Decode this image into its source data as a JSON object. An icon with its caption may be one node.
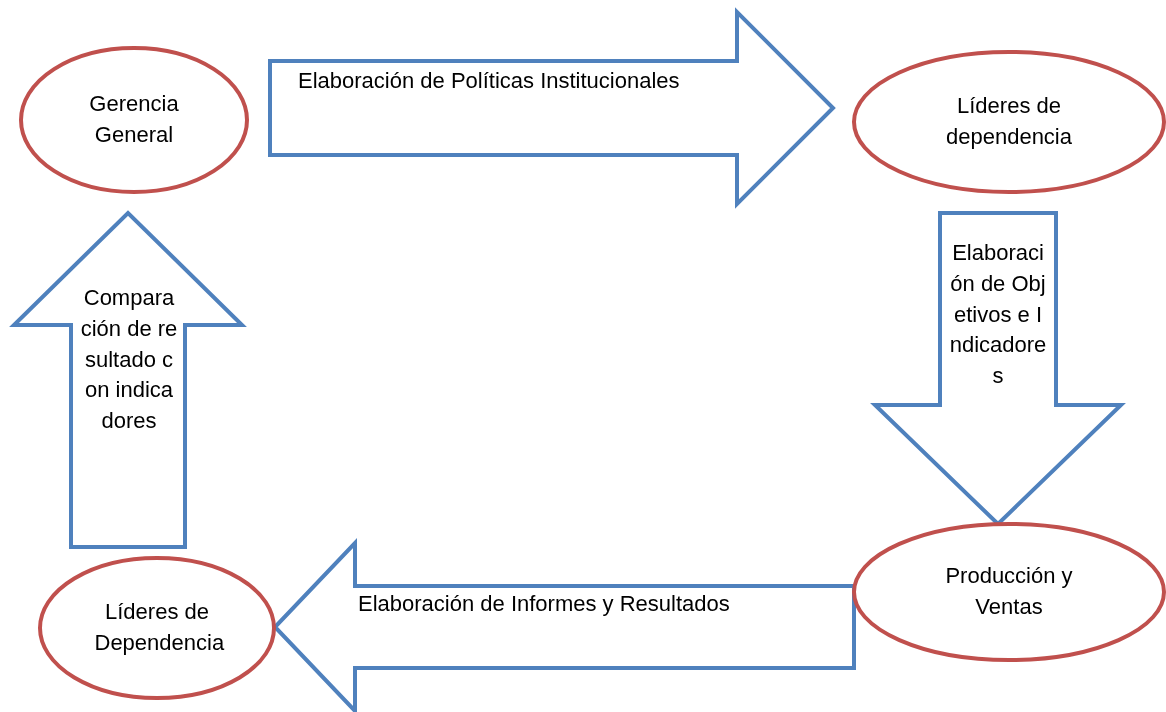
{
  "diagram": {
    "nodes": [
      {
        "text": [
          "Gerencia General"
        ]
      },
      {
        "text": [
          "Líderes de dependencia"
        ]
      },
      {
        "text": [
          "Producción y Ventas"
        ]
      },
      {
        "text": [
          "Líderes de Dependencia"
        ]
      }
    ],
    "edges": [
      {
        "from": 0,
        "to": 1,
        "arrow": "to",
        "label": "Elaboración de Políticas Institucionales"
      },
      {
        "from": 1,
        "to": 2,
        "arrow": "to",
        "label": "Elaboración de Objetivos e Indicadores"
      },
      {
        "from": 2,
        "to": 3,
        "arrow": "to",
        "label": "Elaboración de Informes y Resultados"
      },
      {
        "from": 3,
        "to": 0,
        "arrow": "to",
        "label": "Comparación de resultado con indicadores"
      }
    ]
  }
}
